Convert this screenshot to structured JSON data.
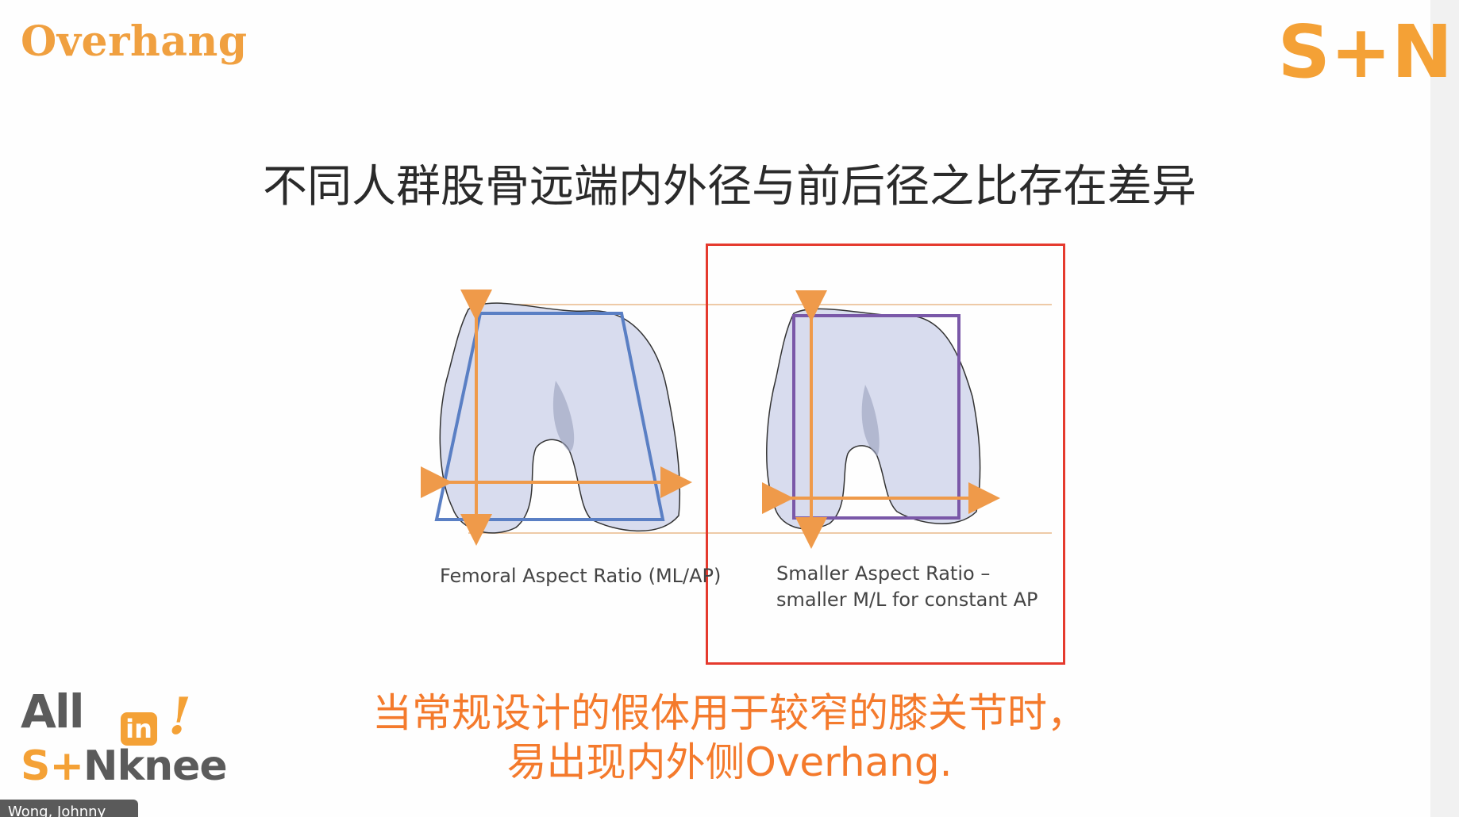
{
  "slide": {
    "title": "Overhang",
    "brand_logo": "S+N",
    "subtitle": "不同人群股骨远端内外径与前后径之比存在差异"
  },
  "figure": {
    "left_caption": "Femoral Aspect Ratio (ML/AP)",
    "right_caption_line1": "Smaller Aspect Ratio –",
    "right_caption_line2": "smaller M/L for constant AP",
    "colors": {
      "bone_fill": "#d8dcee",
      "trapezoid": "#5a7fc4",
      "rectangle": "#7a58a8",
      "arrow": "#ef9a4a",
      "highlight": "#e53a2e",
      "guide": "#e8b98a"
    }
  },
  "bottom_text": {
    "line1": "当常规设计的假体用于较窄的膝关节时，",
    "line2": "易出现内外侧Overhang."
  },
  "corner_logo": {
    "all": "All",
    "in": "in",
    "bang": "!",
    "sknee_s": "S",
    "sknee_plus": "+",
    "sknee_n": "N",
    "sknee_rest": "knee"
  },
  "presenter": {
    "name": "Wong, Johnny"
  }
}
